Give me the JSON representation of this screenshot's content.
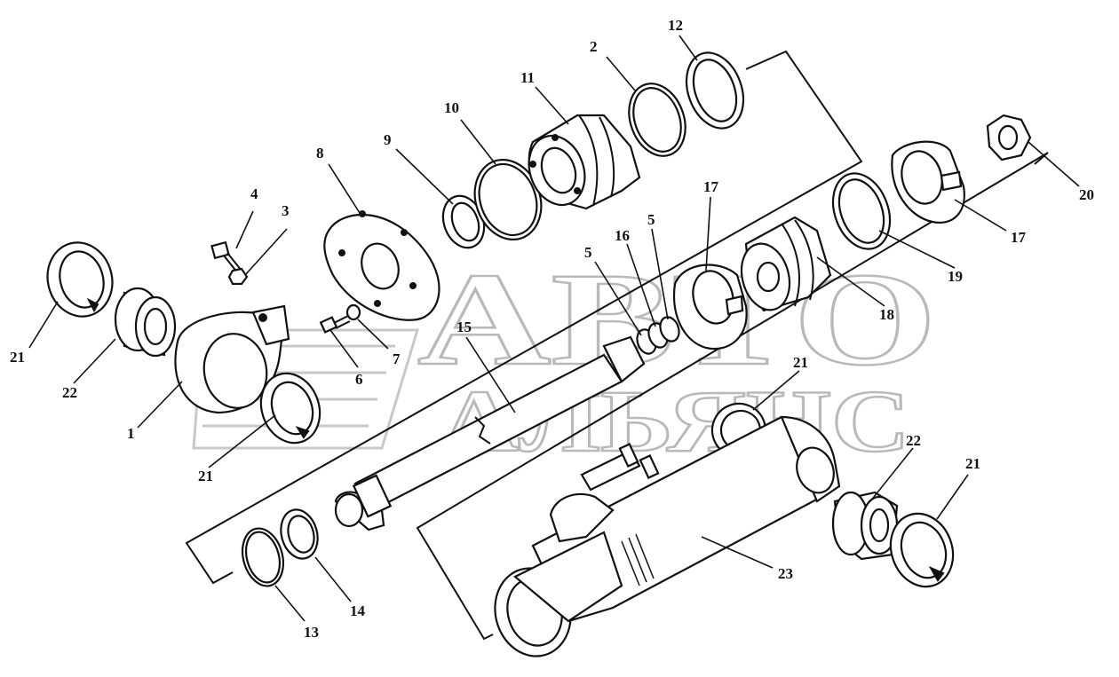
{
  "diagram": {
    "watermark": {
      "line1": "АВТО",
      "line2": "АЛЬЯНС"
    },
    "callouts": [
      {
        "id": "c-1",
        "text": "1"
      },
      {
        "id": "c-2",
        "text": "2"
      },
      {
        "id": "c-3",
        "text": "3"
      },
      {
        "id": "c-4",
        "text": "4"
      },
      {
        "id": "c-5a",
        "text": "5"
      },
      {
        "id": "c-5b",
        "text": "5"
      },
      {
        "id": "c-6",
        "text": "6"
      },
      {
        "id": "c-7",
        "text": "7"
      },
      {
        "id": "c-8",
        "text": "8"
      },
      {
        "id": "c-9",
        "text": "9"
      },
      {
        "id": "c-10",
        "text": "10"
      },
      {
        "id": "c-11",
        "text": "11"
      },
      {
        "id": "c-12",
        "text": "12"
      },
      {
        "id": "c-13",
        "text": "13"
      },
      {
        "id": "c-14",
        "text": "14"
      },
      {
        "id": "c-15",
        "text": "15"
      },
      {
        "id": "c-16",
        "text": "16"
      },
      {
        "id": "c-17a",
        "text": "17"
      },
      {
        "id": "c-17b",
        "text": "17"
      },
      {
        "id": "c-18",
        "text": "18"
      },
      {
        "id": "c-19",
        "text": "19"
      },
      {
        "id": "c-20",
        "text": "20"
      },
      {
        "id": "c-21a",
        "text": "21"
      },
      {
        "id": "c-21b",
        "text": "21"
      },
      {
        "id": "c-21c",
        "text": "21"
      },
      {
        "id": "c-21d",
        "text": "21"
      },
      {
        "id": "c-22a",
        "text": "22"
      },
      {
        "id": "c-22b",
        "text": "22"
      },
      {
        "id": "c-23",
        "text": "23"
      }
    ]
  }
}
